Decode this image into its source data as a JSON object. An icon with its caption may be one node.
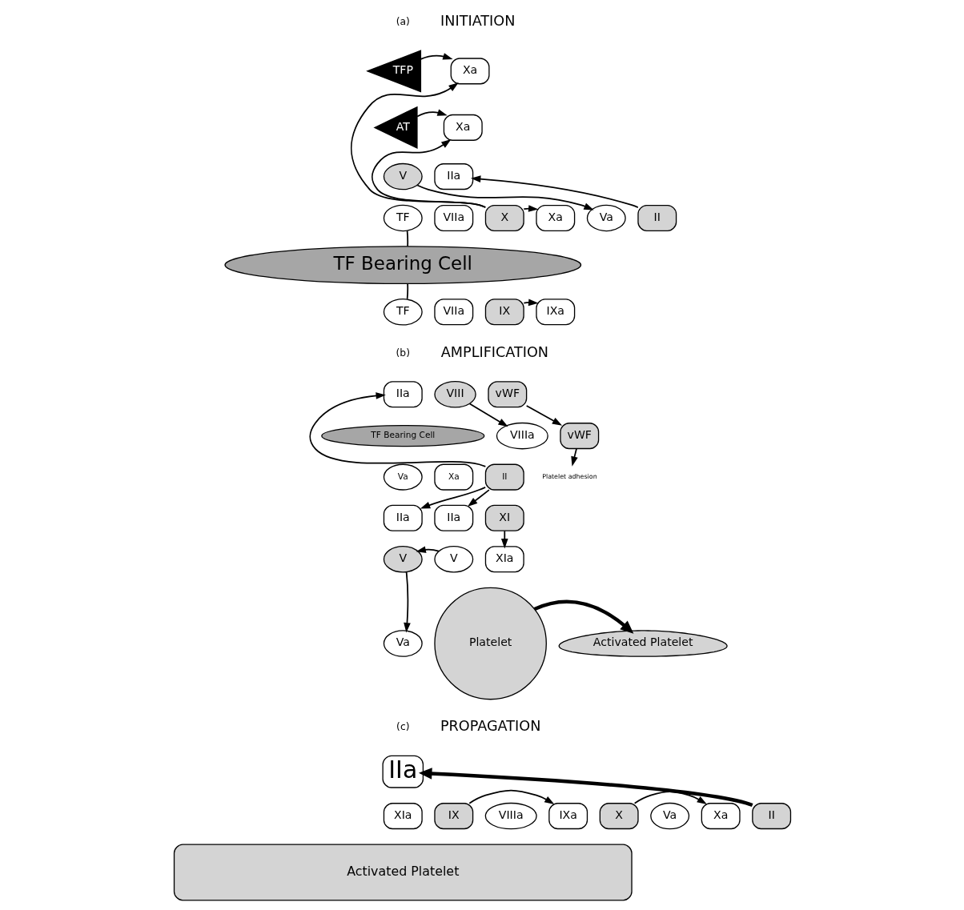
{
  "diagram": {
    "nodes": [
      {
        "text": [
          "TFP"
        ]
      },
      {
        "text": [
          "Xa"
        ]
      },
      {
        "text": [
          "AT"
        ]
      },
      {
        "text": [
          "Xa"
        ]
      },
      {
        "text": [
          "TF"
        ]
      },
      {
        "text": [
          "VIIa"
        ]
      },
      {
        "text": [
          "X"
        ]
      },
      {
        "text": [
          "V"
        ]
      },
      {
        "text": [
          "Xa"
        ]
      },
      {
        "text": [
          "Va"
        ]
      },
      {
        "text": [
          "II"
        ]
      },
      {
        "text": [
          "IIa"
        ]
      },
      {
        "text": [
          "TF Bearing Cell"
        ]
      },
      {
        "text": [
          "TF"
        ]
      },
      {
        "text": [
          "VIIa"
        ]
      },
      {
        "text": [
          "IX"
        ]
      },
      {
        "text": [
          "IXa"
        ]
      },
      {
        "text": [
          "TF Bearing Cell"
        ]
      },
      {
        "text": [
          "Va"
        ]
      },
      {
        "text": [
          "Xa"
        ]
      },
      {
        "text": [
          "II"
        ]
      },
      {
        "text": [
          "IIa"
        ]
      },
      {
        "text": [
          "VIII"
        ]
      },
      {
        "text": [
          "vWF"
        ]
      },
      {
        "text": [
          "VIIIa"
        ]
      },
      {
        "text": [
          "vWF"
        ]
      },
      {
        "text": [
          "Platelet adhesion"
        ]
      },
      {
        "text": [
          "IIa"
        ]
      },
      {
        "text": [
          "IIa"
        ]
      },
      {
        "text": [
          "XI"
        ]
      },
      {
        "text": [
          "XIa"
        ]
      },
      {
        "text": [
          "V"
        ]
      },
      {
        "text": [
          "V"
        ]
      },
      {
        "text": [
          "Va"
        ]
      },
      {
        "text": [
          "Platelet"
        ]
      },
      {
        "text": [
          "Activated Platelet"
        ]
      },
      {
        "text": [
          "IIa"
        ]
      },
      {
        "text": [
          "XIa"
        ]
      },
      {
        "text": [
          "IX"
        ]
      },
      {
        "text": [
          "VIIIa"
        ]
      },
      {
        "text": [
          "IXa"
        ]
      },
      {
        "text": [
          "X"
        ]
      },
      {
        "text": [
          "Va"
        ]
      },
      {
        "text": [
          "Xa"
        ]
      },
      {
        "text": [
          "II"
        ]
      },
      {
        "text": [
          "Activated Platelet"
        ]
      }
    ],
    "edges": [
      {
        "from": 0,
        "to": 1,
        "arrow": "to"
      },
      {
        "from": 2,
        "to": 3,
        "arrow": "to"
      },
      {
        "from": 6,
        "to": 1,
        "arrow": "to"
      },
      {
        "from": 6,
        "to": 3,
        "arrow": "to"
      },
      {
        "from": 6,
        "to": 8,
        "arrow": "to"
      },
      {
        "from": 7,
        "to": 9,
        "arrow": "to"
      },
      {
        "from": 10,
        "to": 11,
        "arrow": "to"
      },
      {
        "from": 4,
        "to": 12,
        "arrow": "none"
      },
      {
        "from": 12,
        "to": 13,
        "arrow": "none"
      },
      {
        "from": 15,
        "to": 16,
        "arrow": "to"
      },
      {
        "from": 20,
        "to": 21,
        "arrow": "to"
      },
      {
        "from": 22,
        "to": 24,
        "arrow": "to"
      },
      {
        "from": 23,
        "to": 25,
        "arrow": "to"
      },
      {
        "from": 25,
        "to": 26,
        "arrow": "to"
      },
      {
        "from": 20,
        "to": 27,
        "arrow": "to"
      },
      {
        "from": 20,
        "to": 28,
        "arrow": "to"
      },
      {
        "from": 29,
        "to": 30,
        "arrow": "to"
      },
      {
        "from": 32,
        "to": 31,
        "arrow": "to"
      },
      {
        "from": 31,
        "to": 33,
        "arrow": "to"
      },
      {
        "from": 34,
        "to": 35,
        "arrow": "to",
        "style": "thick"
      },
      {
        "from": 38,
        "to": 40,
        "arrow": "to"
      },
      {
        "from": 41,
        "to": 43,
        "arrow": "to"
      },
      {
        "from": 44,
        "to": 36,
        "arrow": "to",
        "style": "thick"
      }
    ],
    "labels": [
      "(a)",
      "INITIATION",
      "(b)",
      "AMPLIFICATION",
      "(c)",
      "PROPAGATION"
    ]
  }
}
